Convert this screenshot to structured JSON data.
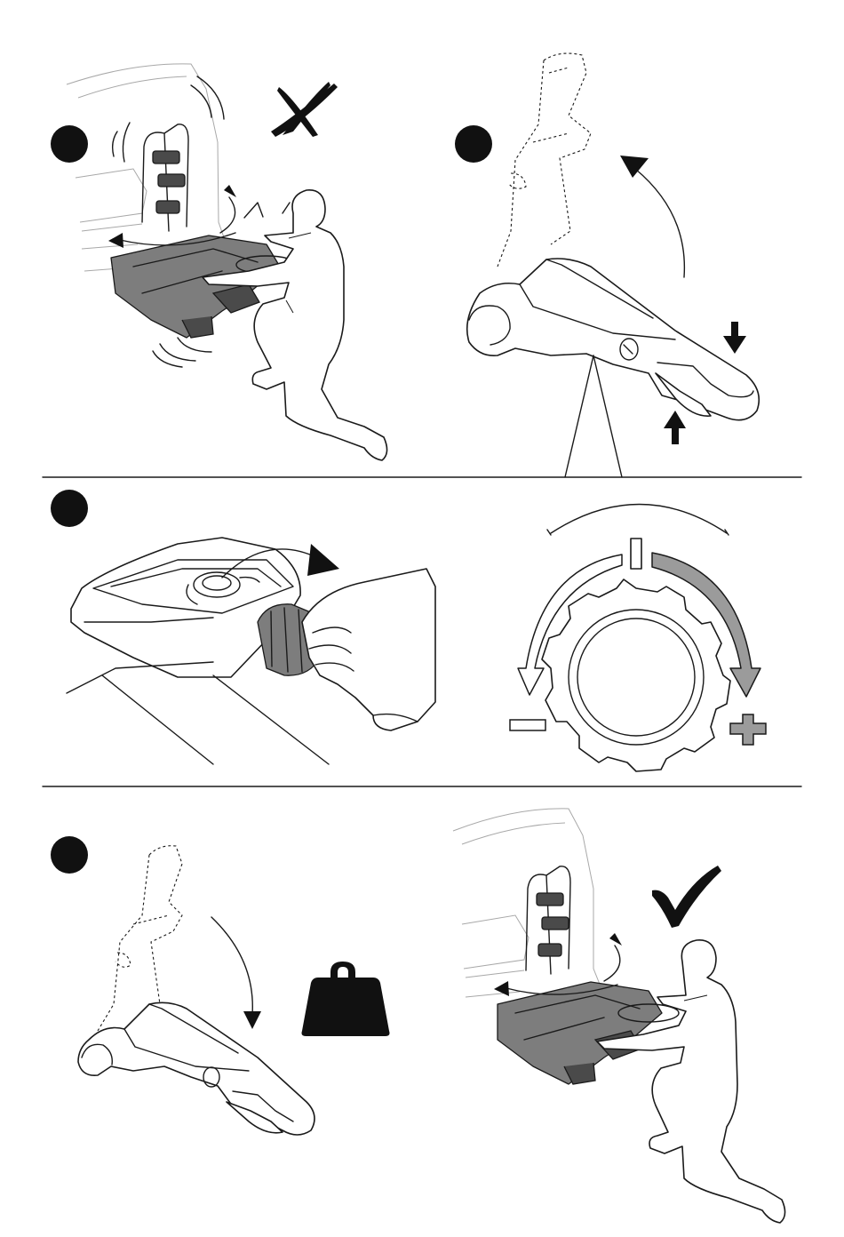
{
  "diagram": {
    "panels": [
      {
        "id": "wrong-lifting",
        "marker": "",
        "verdict": "cross"
      },
      {
        "id": "handle-raise",
        "marker": "",
        "motion": "arrow-up-curved"
      },
      {
        "id": "adjust-knob",
        "marker": "",
        "scale": [
          "−",
          "+"
        ]
      },
      {
        "id": "handle-lower",
        "marker": "",
        "motion": "arrow-down-curved",
        "symbol": "weight"
      },
      {
        "id": "correct-lifting",
        "marker": "",
        "verdict": "check"
      }
    ],
    "colors": {
      "ink": "#1a1a1a",
      "rack": "#7d7d7d",
      "plus_arrow": "#9b9b9b",
      "car_outline": "#a8a8a8"
    },
    "icons": [
      "step-marker",
      "cross-icon",
      "check-icon",
      "weight-icon",
      "minus-icon",
      "plus-icon",
      "curved-arrow-icon",
      "straight-arrow-icon"
    ]
  }
}
